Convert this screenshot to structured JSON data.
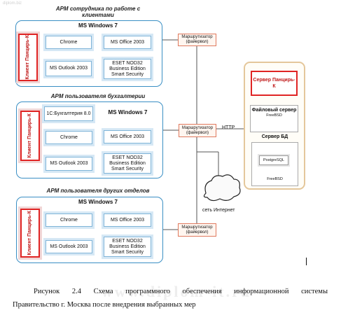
{
  "watermark_top": "diplom.biz",
  "watermark_bottom": "www.diplom-it.ru",
  "workstations": [
    {
      "title": "АРМ сотрудника по работе с клиентами",
      "os": "MS Windows 7",
      "client": "Клиент Панцирь-К",
      "apps": [
        "Chrome",
        "MS Office 2003",
        "MS Outlook 2003",
        "ESET NOD32 Business Edition Smart Security"
      ]
    },
    {
      "title": "АРМ пользователя бухгалтерии",
      "os": "MS Windows 7",
      "client": "Клиент Панцирь-К",
      "apps": [
        "1С:Бухгалтерия 8.0",
        "Chrome",
        "MS Office 2003",
        "MS Outlook 2003",
        "ESET NOD32 Business Edition Smart Security"
      ]
    },
    {
      "title": "АРМ пользователя других отделов",
      "os": "MS Windows 7",
      "client": "Клиент Панцирь-К",
      "apps": [
        "Chrome",
        "MS Office 2003",
        "MS Outlook 2003",
        "ESET NOD32 Business Edition Smart Security"
      ]
    }
  ],
  "router_label": "Маршрутизатор (файервол)",
  "http_label": "HTTP",
  "internet_label": "сеть Интернет",
  "server": {
    "panzir": "Сервер Панцирь-К",
    "file_server": "Файловый сервер",
    "file_os": "FreeBSD",
    "db_title": "Сервер БД",
    "db_engine": "PostgreSQL",
    "db_os": "FreeBSD"
  },
  "caption_line1": "Рисунок 2.4 Схема программного обеспечения информационной системы",
  "caption_line2": "Правительство г. Москва после внедрения выбранных мер",
  "colors": {
    "panel_border": "#3a8fc4",
    "client_border": "#e02424",
    "router_border": "#e07a5f",
    "server_border": "#e4c79b"
  }
}
